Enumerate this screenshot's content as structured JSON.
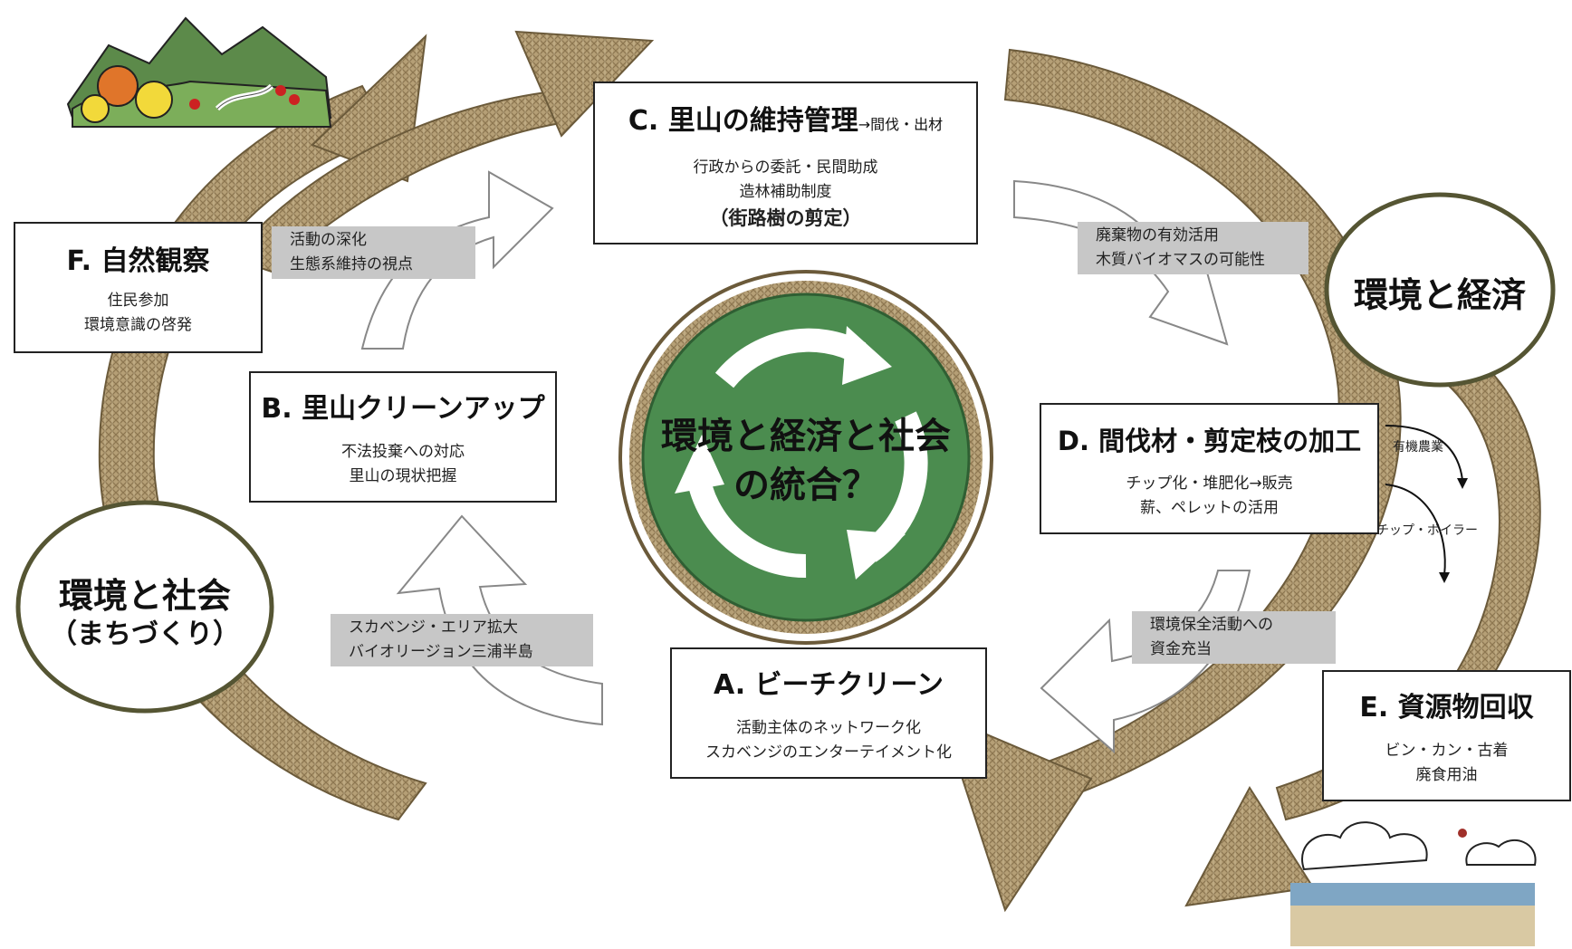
{
  "center": {
    "line1": "環境と経済と社会",
    "line2": "の統合？"
  },
  "hubs": {
    "env_econ": "環境と経済",
    "env_society": "環境と社会",
    "env_society_sub": "（まちづくり）"
  },
  "boxes": {
    "a": {
      "title": "A. ビーチクリーン",
      "lines": [
        "活動主体のネットワーク化",
        "スカベンジのエンターテイメント化"
      ]
    },
    "b": {
      "title": "B. 里山クリーンアップ",
      "lines": [
        "不法投棄への対応",
        "里山の現状把握"
      ]
    },
    "c": {
      "title": "C. 里山の維持管理",
      "title_suffix": "→間伐・出材",
      "lines": [
        "行政からの委託・民間助成",
        "造林補助制度"
      ],
      "emphasis": "（街路樹の剪定）"
    },
    "d": {
      "title": "D. 間伐材・剪定枝の加工",
      "lines": [
        "チップ化・堆肥化→販売",
        "薪、ペレットの活用"
      ]
    },
    "e": {
      "title": "E. 資源物回収",
      "lines": [
        "ビン・カン・古着",
        "廃食用油"
      ]
    },
    "f": {
      "title": "F. 自然観察",
      "lines": [
        "住民参加",
        "環境意識の啓発"
      ]
    }
  },
  "notes": {
    "deepen": [
      "活動の深化",
      "生態系維持の視点"
    ],
    "waste": [
      "廃棄物の有効活用",
      "木質バイオマスの可能性"
    ],
    "fund": [
      "環境保全活動への",
      "資金充当"
    ],
    "scavenge": [
      "スカベンジ・エリア拡大",
      "バイオリージョン三浦半島"
    ]
  },
  "branches": {
    "organic": "有機農業",
    "chip_boiler": "チップ・ボイラー"
  },
  "colors": {
    "burlap": "#b49e74",
    "burlap_dark": "#8c7650",
    "center_green": "#4b8c4f",
    "hub_border": "#555533",
    "note_gray": "#c7c7c7"
  }
}
